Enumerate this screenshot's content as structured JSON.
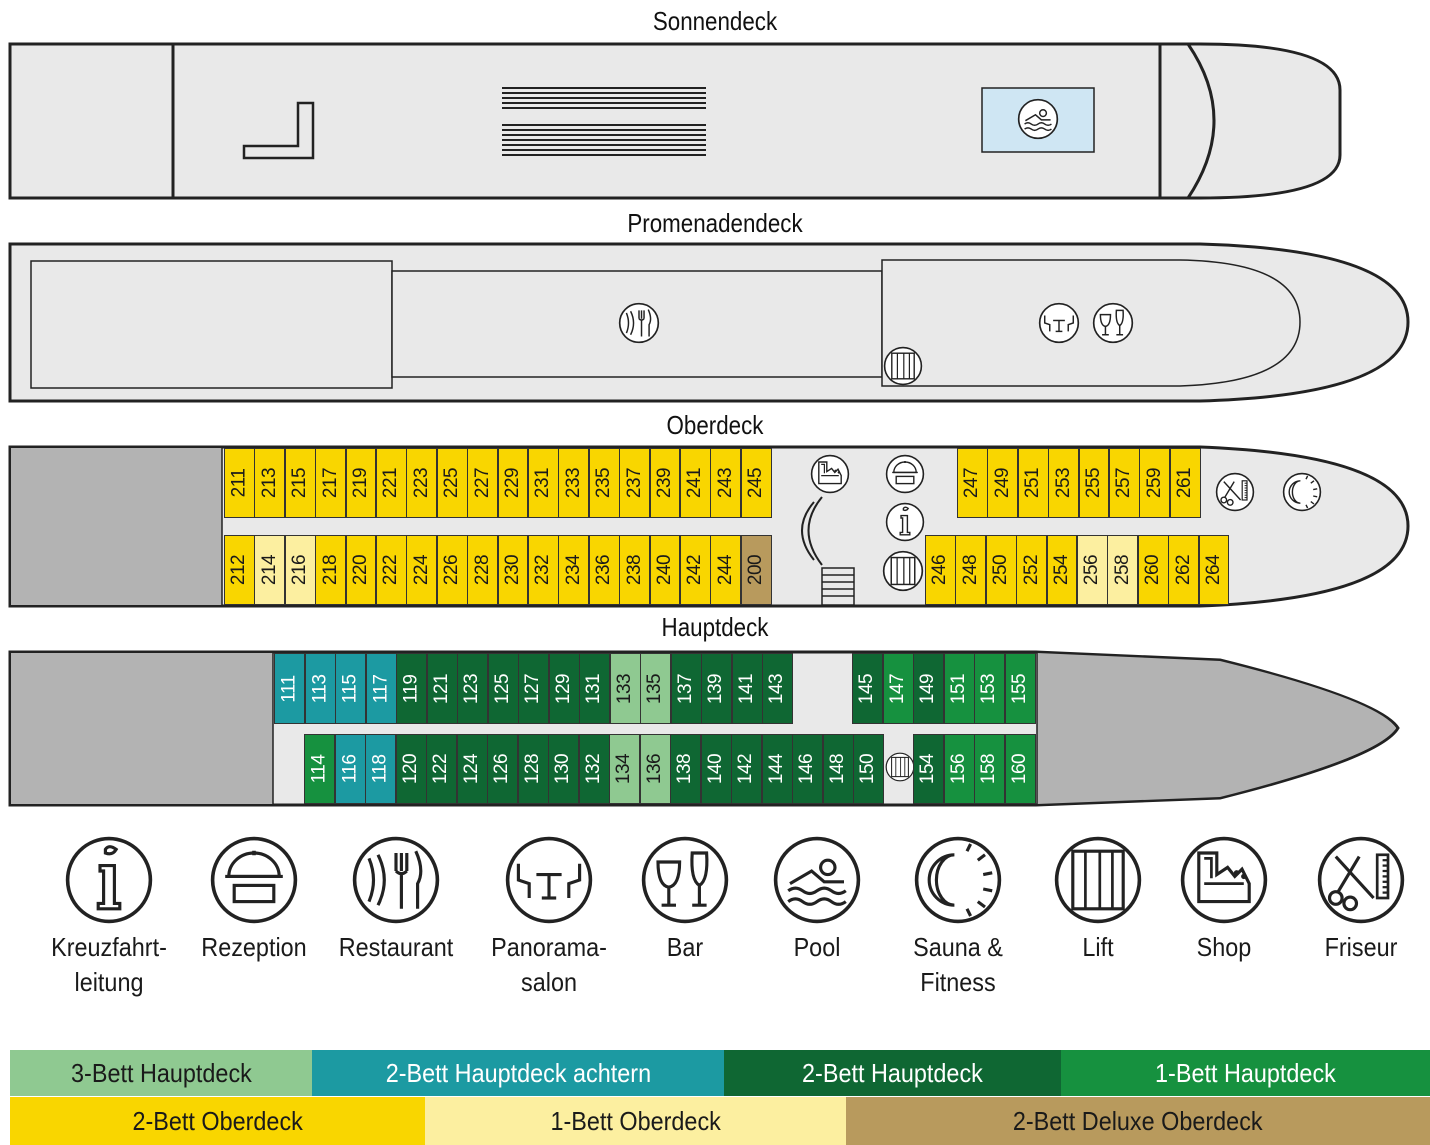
{
  "decks": {
    "sonnendeck": "Sonnendeck",
    "promenadendeck": "Promenadendeck",
    "oberdeck": "Oberdeck",
    "hauptdeck": "Hauptdeck"
  },
  "colors": {
    "hull": "#e9e9e9",
    "stern_block": "#b3b3b3",
    "pool": "#cfe6f3",
    "two_bed_ober": "#f9d600",
    "one_bed_ober": "#fcefa0",
    "deluxe_ober": "#b89a5d",
    "three_bed_haupt": "#8fc991",
    "two_bed_haupt_achtern": "#1c9aa2",
    "two_bed_haupt": "#0f6733",
    "one_bed_haupt": "#16913f"
  },
  "cabins": {
    "ober_top": [
      {
        "n": "211",
        "t": "y"
      },
      {
        "n": "213",
        "t": "y"
      },
      {
        "n": "215",
        "t": "y"
      },
      {
        "n": "217",
        "t": "y"
      },
      {
        "n": "219",
        "t": "y"
      },
      {
        "n": "221",
        "t": "y"
      },
      {
        "n": "223",
        "t": "y"
      },
      {
        "n": "225",
        "t": "y"
      },
      {
        "n": "227",
        "t": "y"
      },
      {
        "n": "229",
        "t": "y"
      },
      {
        "n": "231",
        "t": "y"
      },
      {
        "n": "233",
        "t": "y"
      },
      {
        "n": "235",
        "t": "y"
      },
      {
        "n": "237",
        "t": "y"
      },
      {
        "n": "239",
        "t": "y"
      },
      {
        "n": "241",
        "t": "y"
      },
      {
        "n": "243",
        "t": "y"
      },
      {
        "n": "245",
        "t": "y"
      }
    ],
    "ober_top_fwd": [
      {
        "n": "247",
        "t": "y"
      },
      {
        "n": "249",
        "t": "y"
      },
      {
        "n": "251",
        "t": "y"
      },
      {
        "n": "253",
        "t": "y"
      },
      {
        "n": "255",
        "t": "y"
      },
      {
        "n": "257",
        "t": "y"
      },
      {
        "n": "259",
        "t": "y"
      },
      {
        "n": "261",
        "t": "y"
      }
    ],
    "ober_bottom": [
      {
        "n": "212",
        "t": "y"
      },
      {
        "n": "214",
        "t": "ly"
      },
      {
        "n": "216",
        "t": "ly"
      },
      {
        "n": "218",
        "t": "y"
      },
      {
        "n": "220",
        "t": "y"
      },
      {
        "n": "222",
        "t": "y"
      },
      {
        "n": "224",
        "t": "y"
      },
      {
        "n": "226",
        "t": "y"
      },
      {
        "n": "228",
        "t": "y"
      },
      {
        "n": "230",
        "t": "y"
      },
      {
        "n": "232",
        "t": "y"
      },
      {
        "n": "234",
        "t": "y"
      },
      {
        "n": "236",
        "t": "y"
      },
      {
        "n": "238",
        "t": "y"
      },
      {
        "n": "240",
        "t": "y"
      },
      {
        "n": "242",
        "t": "y"
      },
      {
        "n": "244",
        "t": "y"
      },
      {
        "n": "200",
        "t": "dx"
      }
    ],
    "ober_bottom_fwd": [
      {
        "n": "246",
        "t": "y"
      },
      {
        "n": "248",
        "t": "y"
      },
      {
        "n": "250",
        "t": "y"
      },
      {
        "n": "252",
        "t": "y"
      },
      {
        "n": "254",
        "t": "y"
      },
      {
        "n": "256",
        "t": "ly"
      },
      {
        "n": "258",
        "t": "ly"
      },
      {
        "n": "260",
        "t": "y"
      },
      {
        "n": "262",
        "t": "y"
      },
      {
        "n": "264",
        "t": "y"
      }
    ],
    "haupt_top": [
      {
        "n": "111",
        "t": "tl"
      },
      {
        "n": "113",
        "t": "tl"
      },
      {
        "n": "115",
        "t": "tl"
      },
      {
        "n": "117",
        "t": "tl"
      },
      {
        "n": "119",
        "t": "dg"
      },
      {
        "n": "121",
        "t": "dg"
      },
      {
        "n": "123",
        "t": "dg"
      },
      {
        "n": "125",
        "t": "dg"
      },
      {
        "n": "127",
        "t": "dg"
      },
      {
        "n": "129",
        "t": "dg"
      },
      {
        "n": "131",
        "t": "dg"
      },
      {
        "n": "133",
        "t": "lg"
      },
      {
        "n": "135",
        "t": "lg"
      },
      {
        "n": "137",
        "t": "dg"
      },
      {
        "n": "139",
        "t": "dg"
      },
      {
        "n": "141",
        "t": "dg"
      },
      {
        "n": "143",
        "t": "dg"
      }
    ],
    "haupt_top_fwd": [
      {
        "n": "145",
        "t": "dg"
      },
      {
        "n": "147",
        "t": "mg"
      },
      {
        "n": "149",
        "t": "dg"
      },
      {
        "n": "151",
        "t": "mg"
      },
      {
        "n": "153",
        "t": "mg"
      },
      {
        "n": "155",
        "t": "mg"
      }
    ],
    "haupt_bottom": [
      {
        "n": "114",
        "t": "mg"
      },
      {
        "n": "116",
        "t": "tl"
      },
      {
        "n": "118",
        "t": "tl"
      },
      {
        "n": "120",
        "t": "dg"
      },
      {
        "n": "122",
        "t": "dg"
      },
      {
        "n": "124",
        "t": "dg"
      },
      {
        "n": "126",
        "t": "dg"
      },
      {
        "n": "128",
        "t": "dg"
      },
      {
        "n": "130",
        "t": "dg"
      },
      {
        "n": "132",
        "t": "dg"
      },
      {
        "n": "134",
        "t": "lg"
      },
      {
        "n": "136",
        "t": "lg"
      },
      {
        "n": "138",
        "t": "dg"
      },
      {
        "n": "140",
        "t": "dg"
      },
      {
        "n": "142",
        "t": "dg"
      },
      {
        "n": "144",
        "t": "dg"
      },
      {
        "n": "146",
        "t": "dg"
      },
      {
        "n": "148",
        "t": "dg"
      },
      {
        "n": "150",
        "t": "dg"
      }
    ],
    "haupt_bottom_fwd": [
      {
        "n": "154",
        "t": "dg"
      },
      {
        "n": "156",
        "t": "mg"
      },
      {
        "n": "158",
        "t": "mg"
      },
      {
        "n": "160",
        "t": "mg"
      }
    ]
  },
  "legend_icons": [
    {
      "name": "info-icon",
      "line1": "Kreuzfahrt-",
      "line2": "leitung"
    },
    {
      "name": "reception-icon",
      "line1": "Rezeption",
      "line2": ""
    },
    {
      "name": "restaurant-icon",
      "line1": "Restaurant",
      "line2": ""
    },
    {
      "name": "panorama-salon-icon",
      "line1": "Panorama-",
      "line2": "salon"
    },
    {
      "name": "bar-icon",
      "line1": "Bar",
      "line2": ""
    },
    {
      "name": "pool-icon",
      "line1": "Pool",
      "line2": ""
    },
    {
      "name": "sauna-icon",
      "line1": "Sauna &",
      "line2": "Fitness"
    },
    {
      "name": "lift-icon",
      "line1": "Lift",
      "line2": ""
    },
    {
      "name": "shop-icon",
      "line1": "Shop",
      "line2": ""
    },
    {
      "name": "hairdresser-icon",
      "line1": "Friseur",
      "line2": ""
    }
  ],
  "cabin_key": {
    "three_bed_haupt": "3-Bett Hauptdeck",
    "two_bed_haupt_achtern": "2-Bett Hauptdeck achtern",
    "two_bed_haupt": "2-Bett Hauptdeck",
    "one_bed_haupt": "1-Bett Hauptdeck",
    "two_bed_ober": "2-Bett Oberdeck",
    "one_bed_ober": "1-Bett Oberdeck",
    "deluxe_ober": "2-Bett Deluxe Oberdeck"
  }
}
